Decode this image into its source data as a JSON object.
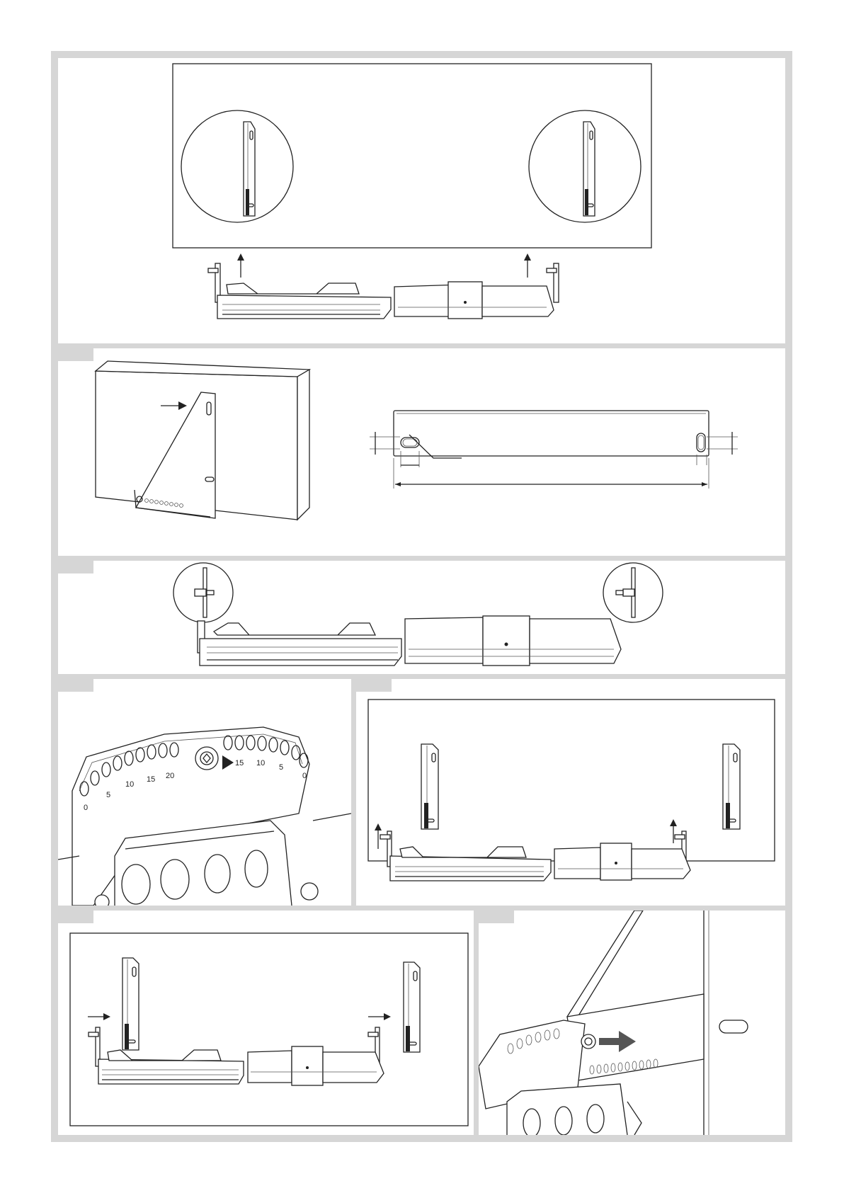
{
  "figure": {
    "steps": [
      {
        "id": "step-1",
        "description": "wall brackets lifted off heater body"
      },
      {
        "id": "step-2",
        "description": "bracket fixed to wall, slot dimension drawing"
      },
      {
        "id": "step-3",
        "description": "heater hooked onto wall brackets"
      },
      {
        "id": "step-4",
        "description": "tilt angle plate with degree scale"
      },
      {
        "id": "step-5",
        "description": "brackets and heater inside wall outline"
      },
      {
        "id": "step-6",
        "description": "heater slid onto brackets"
      },
      {
        "id": "step-7",
        "description": "bracket hinge bolt inserted"
      }
    ],
    "angle_scale_left": [
      "0",
      "5",
      "10",
      "15",
      "20"
    ],
    "angle_scale_right": [
      "0",
      "5",
      "10",
      "15"
    ]
  },
  "colors": {
    "frame": "#d6d6d6",
    "line": "#222222",
    "paper": "#ffffff"
  }
}
